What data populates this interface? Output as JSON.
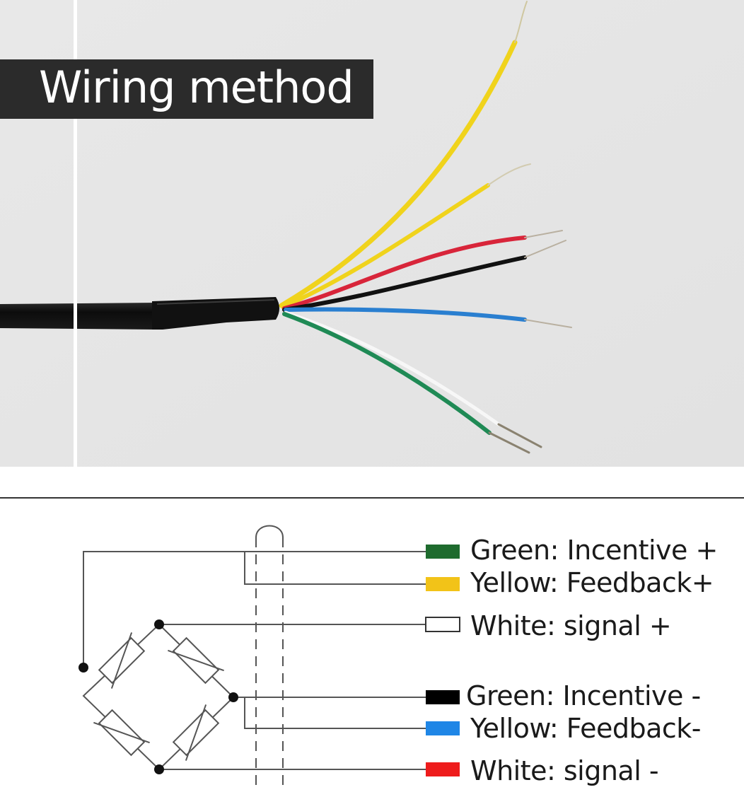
{
  "title": "Wiring method",
  "legend": [
    {
      "label": "Green: Incentive +",
      "swatch": "#1e6b2e"
    },
    {
      "label": "Yellow: Feedback+",
      "swatch": "#f2c318"
    },
    {
      "label": "White: signal +",
      "swatch": "#ffffff"
    },
    {
      "label": "Green: Incentive -",
      "swatch": "#000000"
    },
    {
      "label": "Yellow: Feedback-",
      "swatch": "#1f86e6"
    },
    {
      "label": "White: signal -",
      "swatch": "#ee1c1c"
    }
  ],
  "colors": {
    "background_photo": "#e6e6e6",
    "cable": "#141414",
    "wire_yellow": "#f0d31c",
    "wire_red": "#d8253a",
    "wire_black": "#111111",
    "wire_blue": "#2a7fd0",
    "wire_green": "#1f8a55",
    "wire_white": "#f5f5f5",
    "diagram_line": "#555555"
  }
}
